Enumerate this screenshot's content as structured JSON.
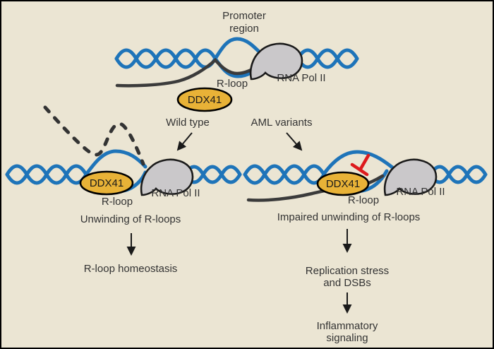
{
  "colors": {
    "background": "#ebe5d3",
    "dna_blue": "#1e74b9",
    "rna_dark": "#3b3b3b",
    "ddx41_gold": "#e8b237",
    "polymerase_gray": "#cac8ca",
    "inhibition_red": "#dd1a1d",
    "text": "#333333"
  },
  "top_panel": {
    "promoter_label_line1": "Promoter",
    "promoter_label_line2": "region",
    "r_loop_label": "R-loop",
    "polymerase_label": "RNA Pol II",
    "helicase_label": "DDX41"
  },
  "branch_labels": {
    "wild_type": "Wild type",
    "aml_variants": "AML variants"
  },
  "wild_type_panel": {
    "helicase_label": "DDX41",
    "r_loop_label": "R-loop",
    "polymerase_label": "RNA Pol II",
    "process_label": "Unwinding of R-loops",
    "outcome_label": "R-loop homeostasis"
  },
  "aml_panel": {
    "helicase_label": "DDX41",
    "r_loop_label": "R-loop",
    "polymerase_label": "RNA Pol II",
    "process_label": "Impaired unwinding of R-loops",
    "outcome1_line1": "Replication stress",
    "outcome1_line2": "and DSBs",
    "outcome2_line1": "Inflammatory",
    "outcome2_line2": "signaling"
  }
}
